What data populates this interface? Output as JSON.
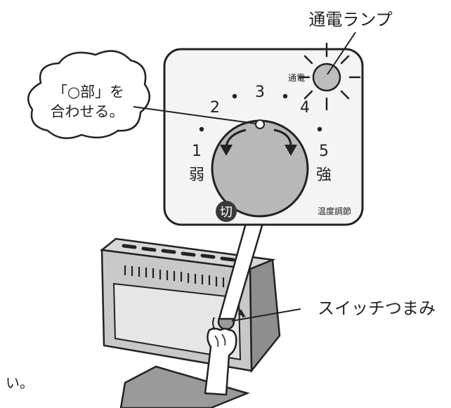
{
  "labels": {
    "lamp_callout": "通電ランプ",
    "switch_callout": "スイッチつまみ",
    "bubble_line1": "「○部」を",
    "bubble_line2": "合わせる。",
    "cutoff_text": "い。"
  },
  "panel": {
    "lamp_label": "通電",
    "off_symbol": "切",
    "temp_label": "温度調節",
    "dial_positions": [
      {
        "number": "1",
        "word": "弱"
      },
      {
        "number": "2",
        "word": ""
      },
      {
        "number": "3",
        "word": ""
      },
      {
        "number": "4",
        "word": ""
      },
      {
        "number": "5",
        "word": "強"
      }
    ]
  },
  "colors": {
    "outline": "#222222",
    "panel_fill": "#f4f4f4",
    "dial_fill": "#b8b8b8",
    "lamp_fill": "#bdbdbd",
    "heater_body": "#c8c8c8",
    "heater_front": "#e6e6e6",
    "off_badge": "#3a3a3a"
  },
  "icons": [
    "rotate-left-arrow-icon",
    "rotate-right-arrow-icon",
    "hand-icon",
    "lamp-rays-icon"
  ]
}
